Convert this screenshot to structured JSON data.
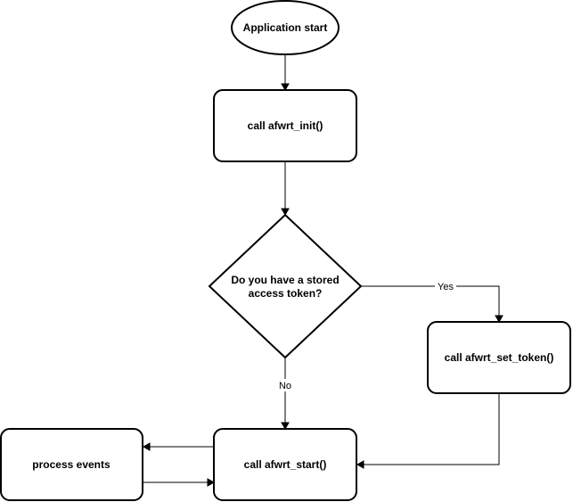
{
  "nodes": {
    "start": {
      "label": "Application start"
    },
    "init": {
      "label": "call afwrt_init()"
    },
    "decision": {
      "line1": "Do you have a stored",
      "line2": "access token?"
    },
    "set_token": {
      "label": "call afwrt_set_token()"
    },
    "start_call": {
      "label": "call afwrt_start()"
    },
    "process": {
      "label": "process events"
    }
  },
  "edges": {
    "yes_label": "Yes",
    "no_label": "No"
  }
}
